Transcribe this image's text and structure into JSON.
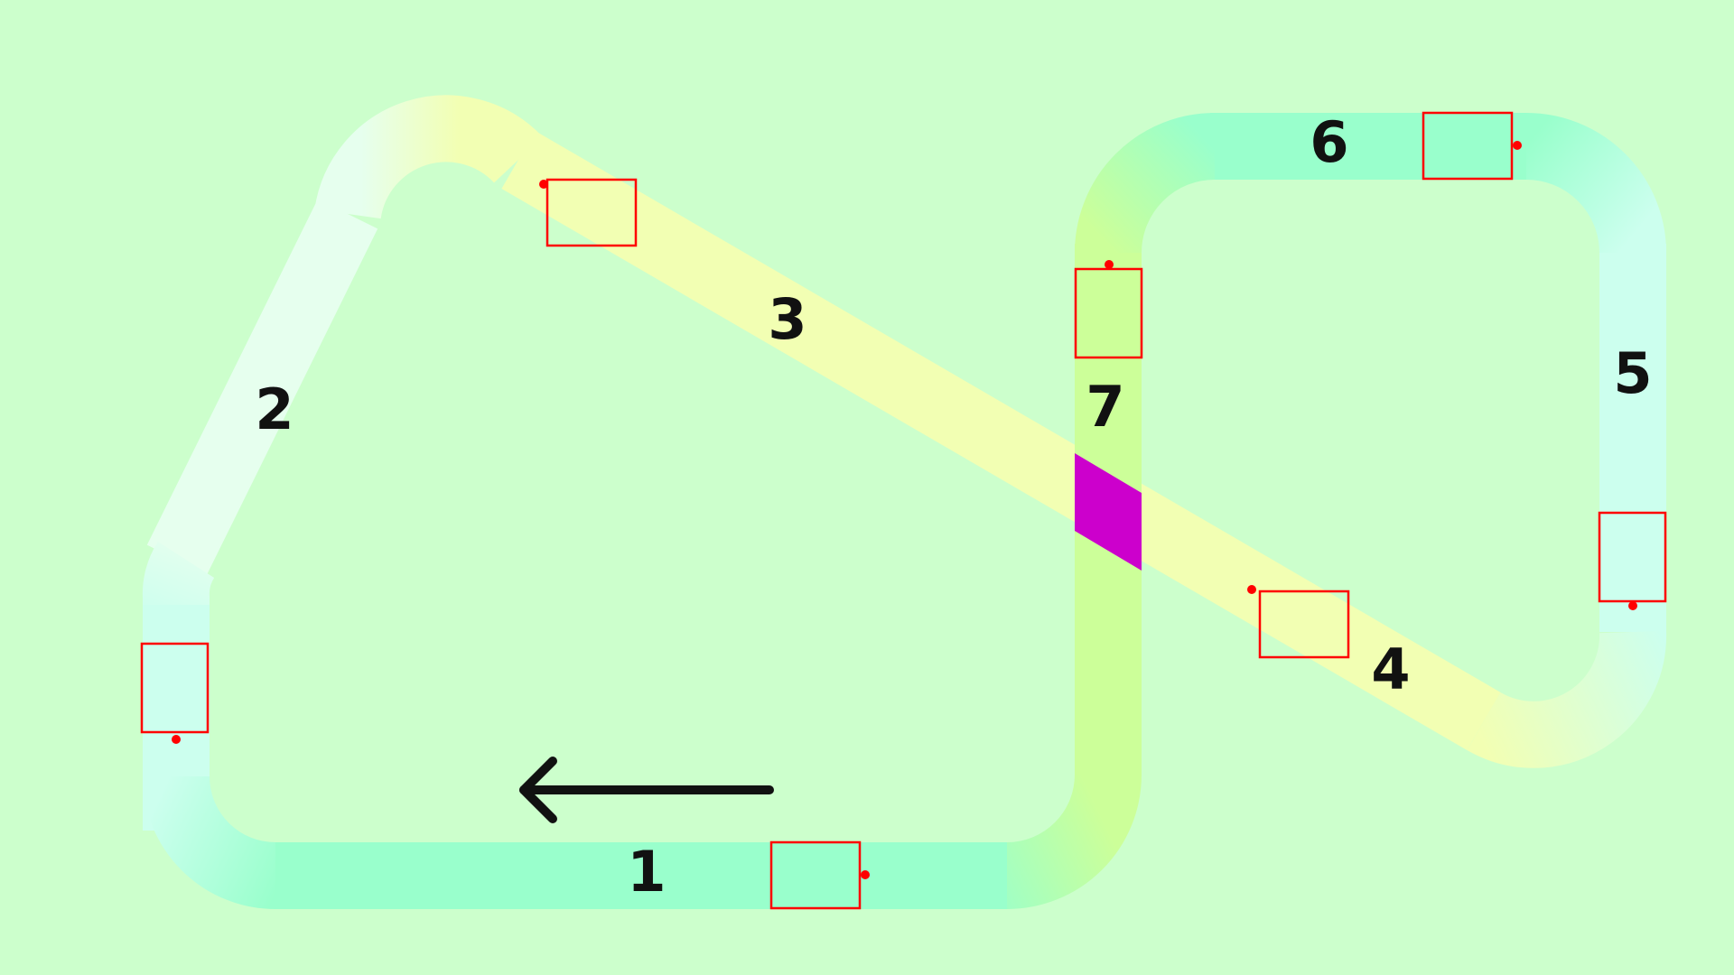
{
  "diagram": {
    "background": "#ccffcc",
    "track_colors": {
      "mint": "#99ffcc",
      "light_cyan": "#ccffee",
      "pale_yellow": "#f2ffb3",
      "lime": "#ccff99",
      "crossing": "#cc00cc",
      "sensor": "#ff0000"
    },
    "segments": [
      {
        "id": "seg-1",
        "label": "1"
      },
      {
        "id": "seg-2",
        "label": "2"
      },
      {
        "id": "seg-3",
        "label": "3"
      },
      {
        "id": "seg-4",
        "label": "4"
      },
      {
        "id": "seg-5",
        "label": "5"
      },
      {
        "id": "seg-6",
        "label": "6"
      },
      {
        "id": "seg-7",
        "label": "7"
      }
    ],
    "direction_icon": "arrow-left-icon",
    "crossing_icon": "crossing-marker"
  }
}
